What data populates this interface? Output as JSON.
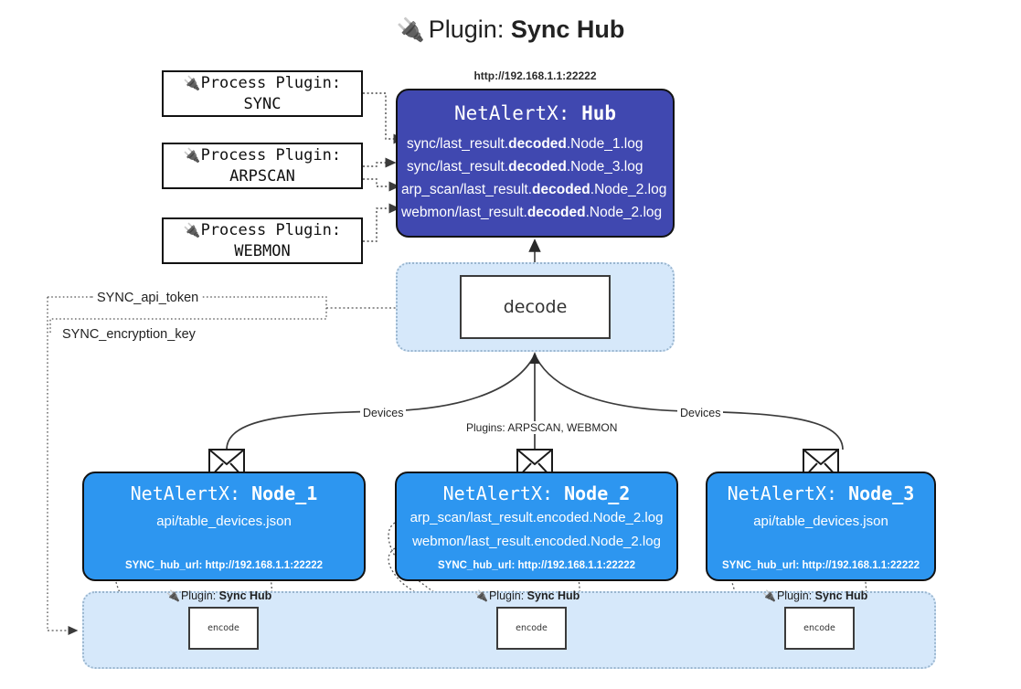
{
  "title": {
    "icon": "plug-icon",
    "prefix": "Plugin: ",
    "name": "Sync Hub"
  },
  "colors": {
    "hub_fill": "#4048b0",
    "node_fill": "#2d96f0",
    "band_fill": "#d6e8fa",
    "band_border": "#9ab6cf",
    "box_border": "#121212",
    "text_light": "#ffffff",
    "text_dark": "#1f1f1f"
  },
  "process_plugins": [
    {
      "icon": "plug-icon",
      "heading": "Process Plugin:",
      "name": "SYNC"
    },
    {
      "icon": "plug-icon",
      "heading": "Process Plugin:",
      "name": "ARPSCAN"
    },
    {
      "icon": "plug-icon",
      "heading": "Process Plugin:",
      "name": "WEBMON"
    }
  ],
  "hub": {
    "url": "http://192.168.1.1:22222",
    "title_prefix": "NetAlertX: ",
    "title_name": "Hub",
    "logs": [
      {
        "pre": "sync/last_result.",
        "bold": "decoded",
        "post": ".Node_1.log"
      },
      {
        "pre": "sync/last_result.",
        "bold": "decoded",
        "post": ".Node_3.log"
      },
      {
        "pre": "arp_scan/last_result.",
        "bold": "decoded",
        "post": ".Node_2.log"
      },
      {
        "pre": "webmon/last_result.",
        "bold": "decoded",
        "post": ".Node_2.log"
      }
    ]
  },
  "decode": {
    "label": "decode"
  },
  "settings": {
    "api_token": "SYNC_api_token",
    "encryption_key": "SYNC_encryption_key"
  },
  "edge_labels": {
    "devices_left": "Devices",
    "devices_right": "Devices",
    "plugins_center": "Plugins: ARPSCAN, WEBMON"
  },
  "nodes": [
    {
      "title_prefix": "NetAlertX: ",
      "title_name": "Node_1",
      "lines": [
        "api/table_devices.json"
      ],
      "hub_url": "SYNC_hub_url: http://192.168.1.1:22222",
      "envelope_icon": "envelope-icon"
    },
    {
      "title_prefix": "NetAlertX: ",
      "title_name": "Node_2",
      "lines": [
        "arp_scan/last_result.encoded.Node_2.log",
        "webmon/last_result.encoded.Node_2.log"
      ],
      "hub_url": "SYNC_hub_url: http://192.168.1.1:22222",
      "envelope_icon": "envelope-icon"
    },
    {
      "title_prefix": "NetAlertX: ",
      "title_name": "Node_3",
      "lines": [
        "api/table_devices.json"
      ],
      "hub_url": "SYNC_hub_url: http://192.168.1.1:22222",
      "envelope_icon": "envelope-icon"
    }
  ],
  "encoders": [
    {
      "icon": "plug-icon",
      "label_prefix": "Plugin: ",
      "label_name": "Sync Hub",
      "box_label": "encode"
    },
    {
      "icon": "plug-icon",
      "label_prefix": "Plugin: ",
      "label_name": "Sync Hub",
      "box_label": "encode"
    },
    {
      "icon": "plug-icon",
      "label_prefix": "Plugin: ",
      "label_name": "Sync Hub",
      "box_label": "encode"
    }
  ]
}
